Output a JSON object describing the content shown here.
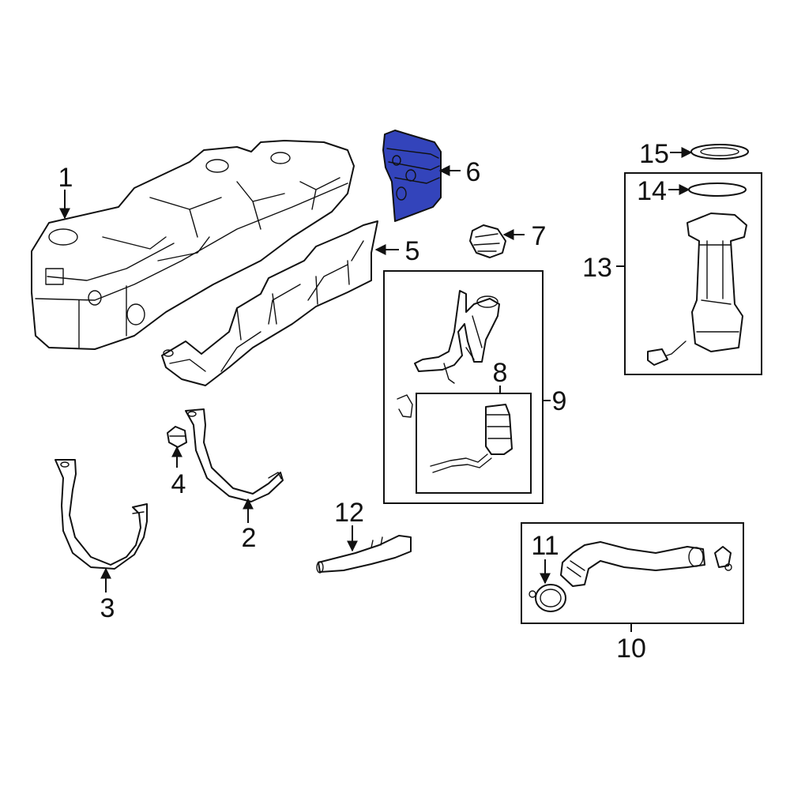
{
  "diagram": {
    "highlight_color": "#3344bb",
    "callouts": {
      "c1": "1",
      "c2": "2",
      "c3": "3",
      "c4": "4",
      "c5": "5",
      "c6": "6",
      "c7": "7",
      "c8": "8",
      "c9": "9",
      "c10": "10",
      "c11": "11",
      "c12": "12",
      "c13": "13",
      "c14": "14",
      "c15": "15"
    }
  }
}
